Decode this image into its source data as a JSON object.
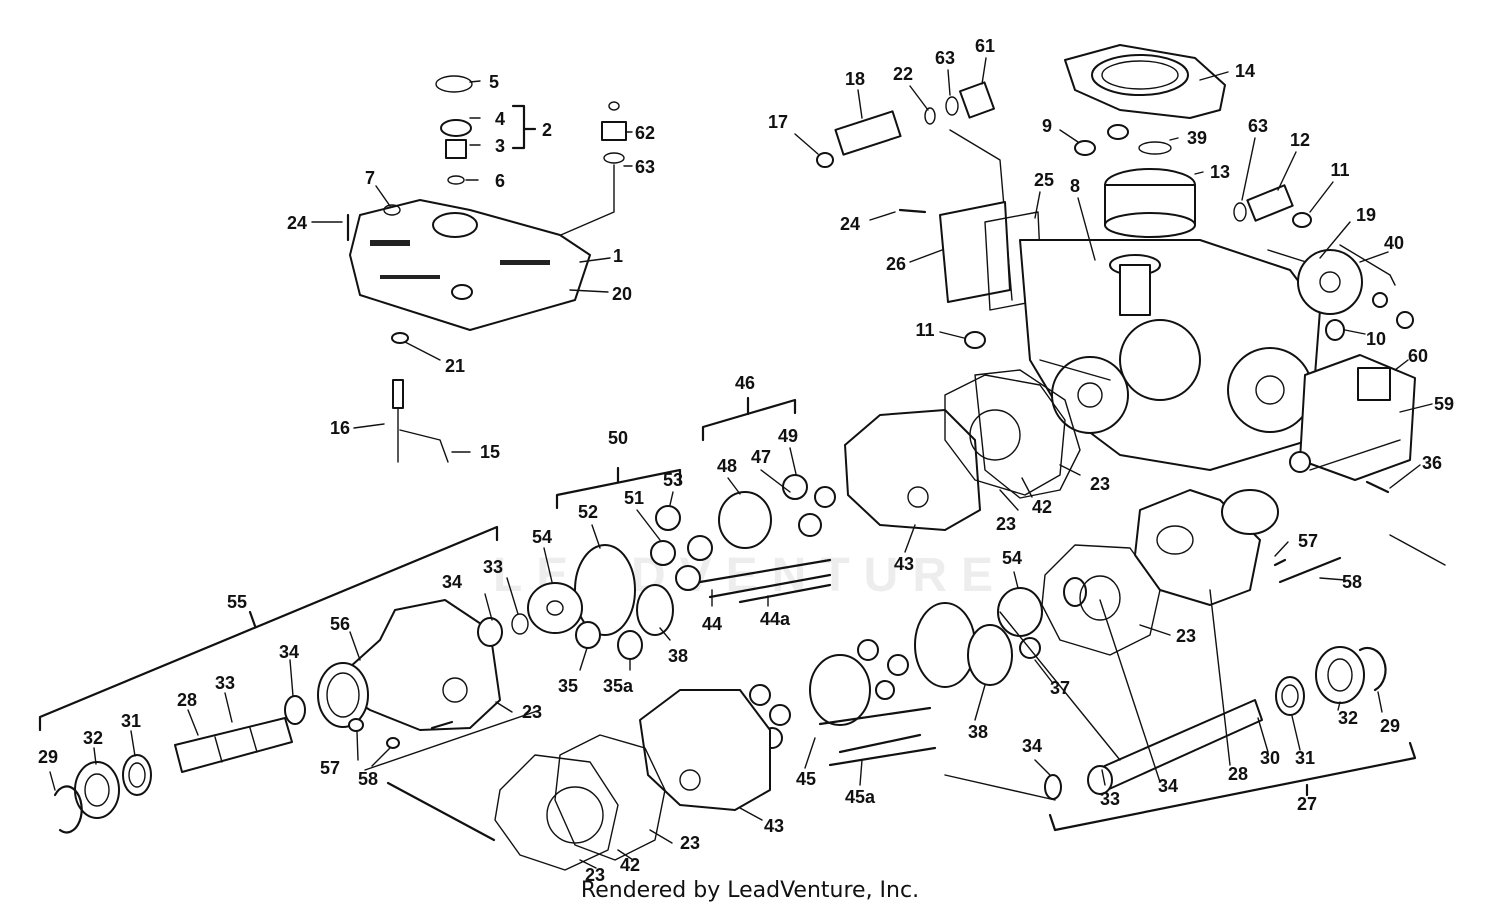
{
  "credit": "Rendered by LeadVenture, Inc.",
  "watermark": "LEADVENTURE",
  "callouts": [
    {
      "id": "c5",
      "label": "5"
    },
    {
      "id": "c4",
      "label": "4"
    },
    {
      "id": "c3",
      "label": "3"
    },
    {
      "id": "c2",
      "label": "2"
    },
    {
      "id": "c6",
      "label": "6"
    },
    {
      "id": "c62",
      "label": "62"
    },
    {
      "id": "c63a",
      "label": "63"
    },
    {
      "id": "c7",
      "label": "7"
    },
    {
      "id": "c24a",
      "label": "24"
    },
    {
      "id": "c1",
      "label": "1"
    },
    {
      "id": "c20",
      "label": "20"
    },
    {
      "id": "c21",
      "label": "21"
    },
    {
      "id": "c16",
      "label": "16"
    },
    {
      "id": "c15",
      "label": "15"
    },
    {
      "id": "c18",
      "label": "18"
    },
    {
      "id": "c22",
      "label": "22"
    },
    {
      "id": "c63b",
      "label": "63"
    },
    {
      "id": "c61",
      "label": "61"
    },
    {
      "id": "c14",
      "label": "14"
    },
    {
      "id": "c17",
      "label": "17"
    },
    {
      "id": "c9",
      "label": "9"
    },
    {
      "id": "c39",
      "label": "39"
    },
    {
      "id": "c63c",
      "label": "63"
    },
    {
      "id": "c12",
      "label": "12"
    },
    {
      "id": "c11a",
      "label": "11"
    },
    {
      "id": "c13",
      "label": "13"
    },
    {
      "id": "c25",
      "label": "25"
    },
    {
      "id": "c8",
      "label": "8"
    },
    {
      "id": "c24b",
      "label": "24"
    },
    {
      "id": "c19",
      "label": "19"
    },
    {
      "id": "c40",
      "label": "40"
    },
    {
      "id": "c26",
      "label": "26"
    },
    {
      "id": "c11b",
      "label": "11"
    },
    {
      "id": "c10",
      "label": "10"
    },
    {
      "id": "c60",
      "label": "60"
    },
    {
      "id": "c59",
      "label": "59"
    },
    {
      "id": "c36",
      "label": "36"
    },
    {
      "id": "c46",
      "label": "46"
    },
    {
      "id": "c50",
      "label": "50"
    },
    {
      "id": "c49",
      "label": "49"
    },
    {
      "id": "c48",
      "label": "48"
    },
    {
      "id": "c47",
      "label": "47"
    },
    {
      "id": "c53",
      "label": "53"
    },
    {
      "id": "c52",
      "label": "52"
    },
    {
      "id": "c51",
      "label": "51"
    },
    {
      "id": "c23a",
      "label": "23"
    },
    {
      "id": "c23b",
      "label": "23"
    },
    {
      "id": "c42a",
      "label": "42"
    },
    {
      "id": "c43a",
      "label": "43"
    },
    {
      "id": "c54a",
      "label": "54"
    },
    {
      "id": "c55",
      "label": "55"
    },
    {
      "id": "c34a",
      "label": "34"
    },
    {
      "id": "c33a",
      "label": "33"
    },
    {
      "id": "c44",
      "label": "44"
    },
    {
      "id": "c44a",
      "label": "44a"
    },
    {
      "id": "c38a",
      "label": "38"
    },
    {
      "id": "c35",
      "label": "35"
    },
    {
      "id": "c35a",
      "label": "35a"
    },
    {
      "id": "c56",
      "label": "56"
    },
    {
      "id": "c34b",
      "label": "34"
    },
    {
      "id": "c23c",
      "label": "23"
    },
    {
      "id": "c57a",
      "label": "57"
    },
    {
      "id": "c58a",
      "label": "58"
    },
    {
      "id": "c54b",
      "label": "54"
    },
    {
      "id": "c57b",
      "label": "57"
    },
    {
      "id": "c58b",
      "label": "58"
    },
    {
      "id": "c23d",
      "label": "23"
    },
    {
      "id": "c37",
      "label": "37"
    },
    {
      "id": "c38b",
      "label": "38"
    },
    {
      "id": "c29a",
      "label": "29"
    },
    {
      "id": "c32a",
      "label": "32"
    },
    {
      "id": "c31a",
      "label": "31"
    },
    {
      "id": "c28a",
      "label": "28"
    },
    {
      "id": "c33b",
      "label": "33"
    },
    {
      "id": "c45",
      "label": "45"
    },
    {
      "id": "c45a",
      "label": "45a"
    },
    {
      "id": "c43b",
      "label": "43"
    },
    {
      "id": "c23e",
      "label": "23"
    },
    {
      "id": "c42b",
      "label": "42"
    },
    {
      "id": "c23f",
      "label": "23"
    },
    {
      "id": "c34c",
      "label": "34"
    },
    {
      "id": "c33c",
      "label": "33"
    },
    {
      "id": "c34d",
      "label": "34"
    },
    {
      "id": "c28b",
      "label": "28"
    },
    {
      "id": "c30",
      "label": "30"
    },
    {
      "id": "c31b",
      "label": "31"
    },
    {
      "id": "c32b",
      "label": "32"
    },
    {
      "id": "c29b",
      "label": "29"
    },
    {
      "id": "c27",
      "label": "27"
    }
  ]
}
